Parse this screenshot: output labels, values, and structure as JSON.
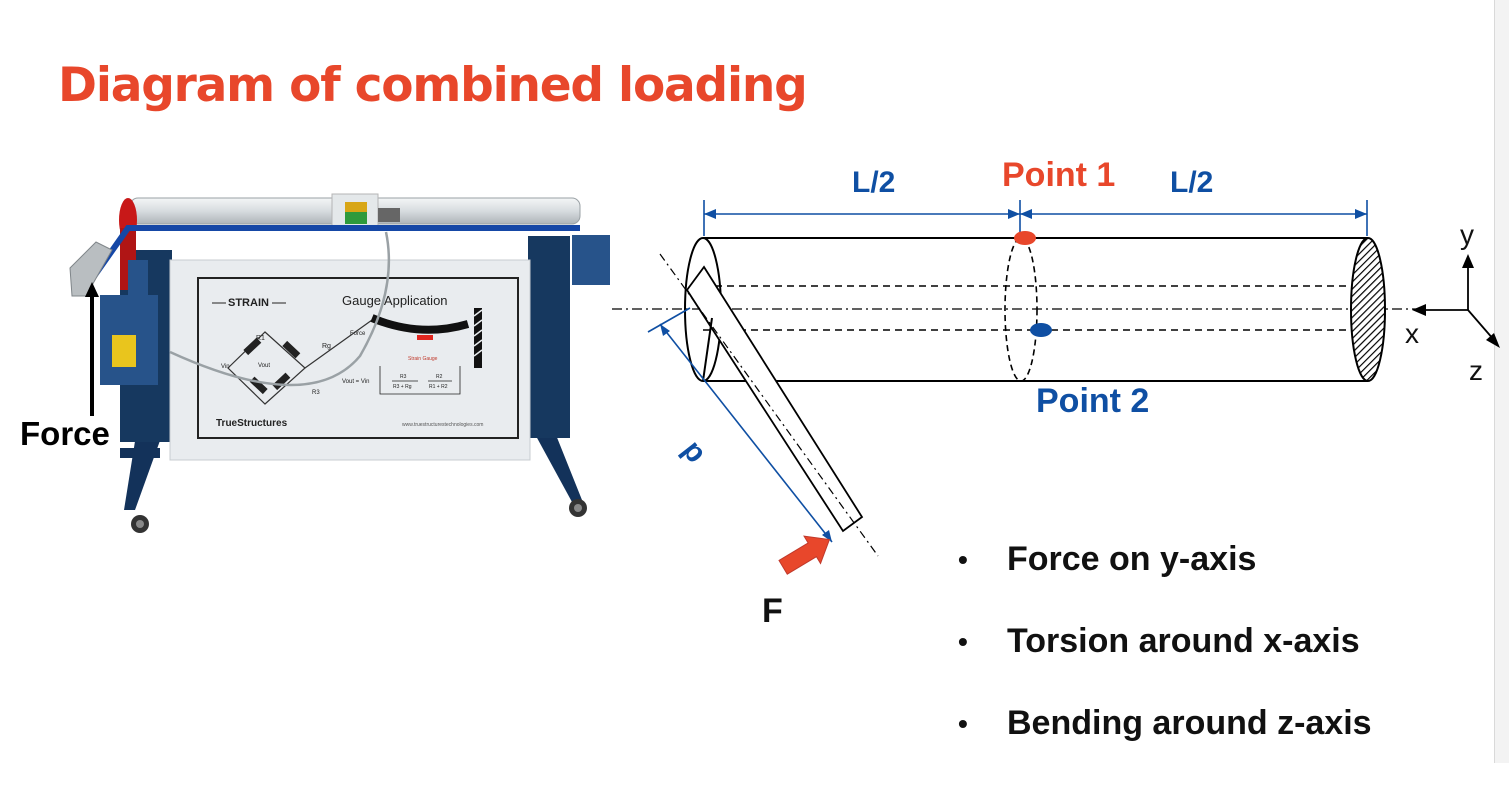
{
  "title": "Diagram of combined loading",
  "photo": {
    "force_label": "Force",
    "panel_heading_left": "STRAIN",
    "panel_heading_right": "Gauge Application",
    "resistor_r1": "R1",
    "resistor_rg": "Rg",
    "resistor_r3": "R3",
    "vout_label": "Vout",
    "vin_label": "Vin",
    "force_small": "Force",
    "strain_gauge_small": "Strain Gauge",
    "formula": "Vout = Vin",
    "formula_t1": "R3",
    "formula_b1": "R3 + Rg",
    "formula_t2": "R2",
    "formula_b2": "R1 + R2",
    "brand": "TrueStructures",
    "website": "www.truestructurestechnologies.com"
  },
  "diagram": {
    "l_half_left": "L/2",
    "l_half_right": "L/2",
    "point1": "Point 1",
    "point2": "Point 2",
    "d_label": "d",
    "f_label": "F",
    "axis_y": "y",
    "axis_x": "x",
    "axis_z": "z",
    "colors": {
      "blue": "#0f4fa3",
      "orange": "#e8472b",
      "black": "#111111"
    }
  },
  "bullets": [
    "Force on y-axis",
    "Torsion around x-axis",
    "Bending around z-axis"
  ]
}
